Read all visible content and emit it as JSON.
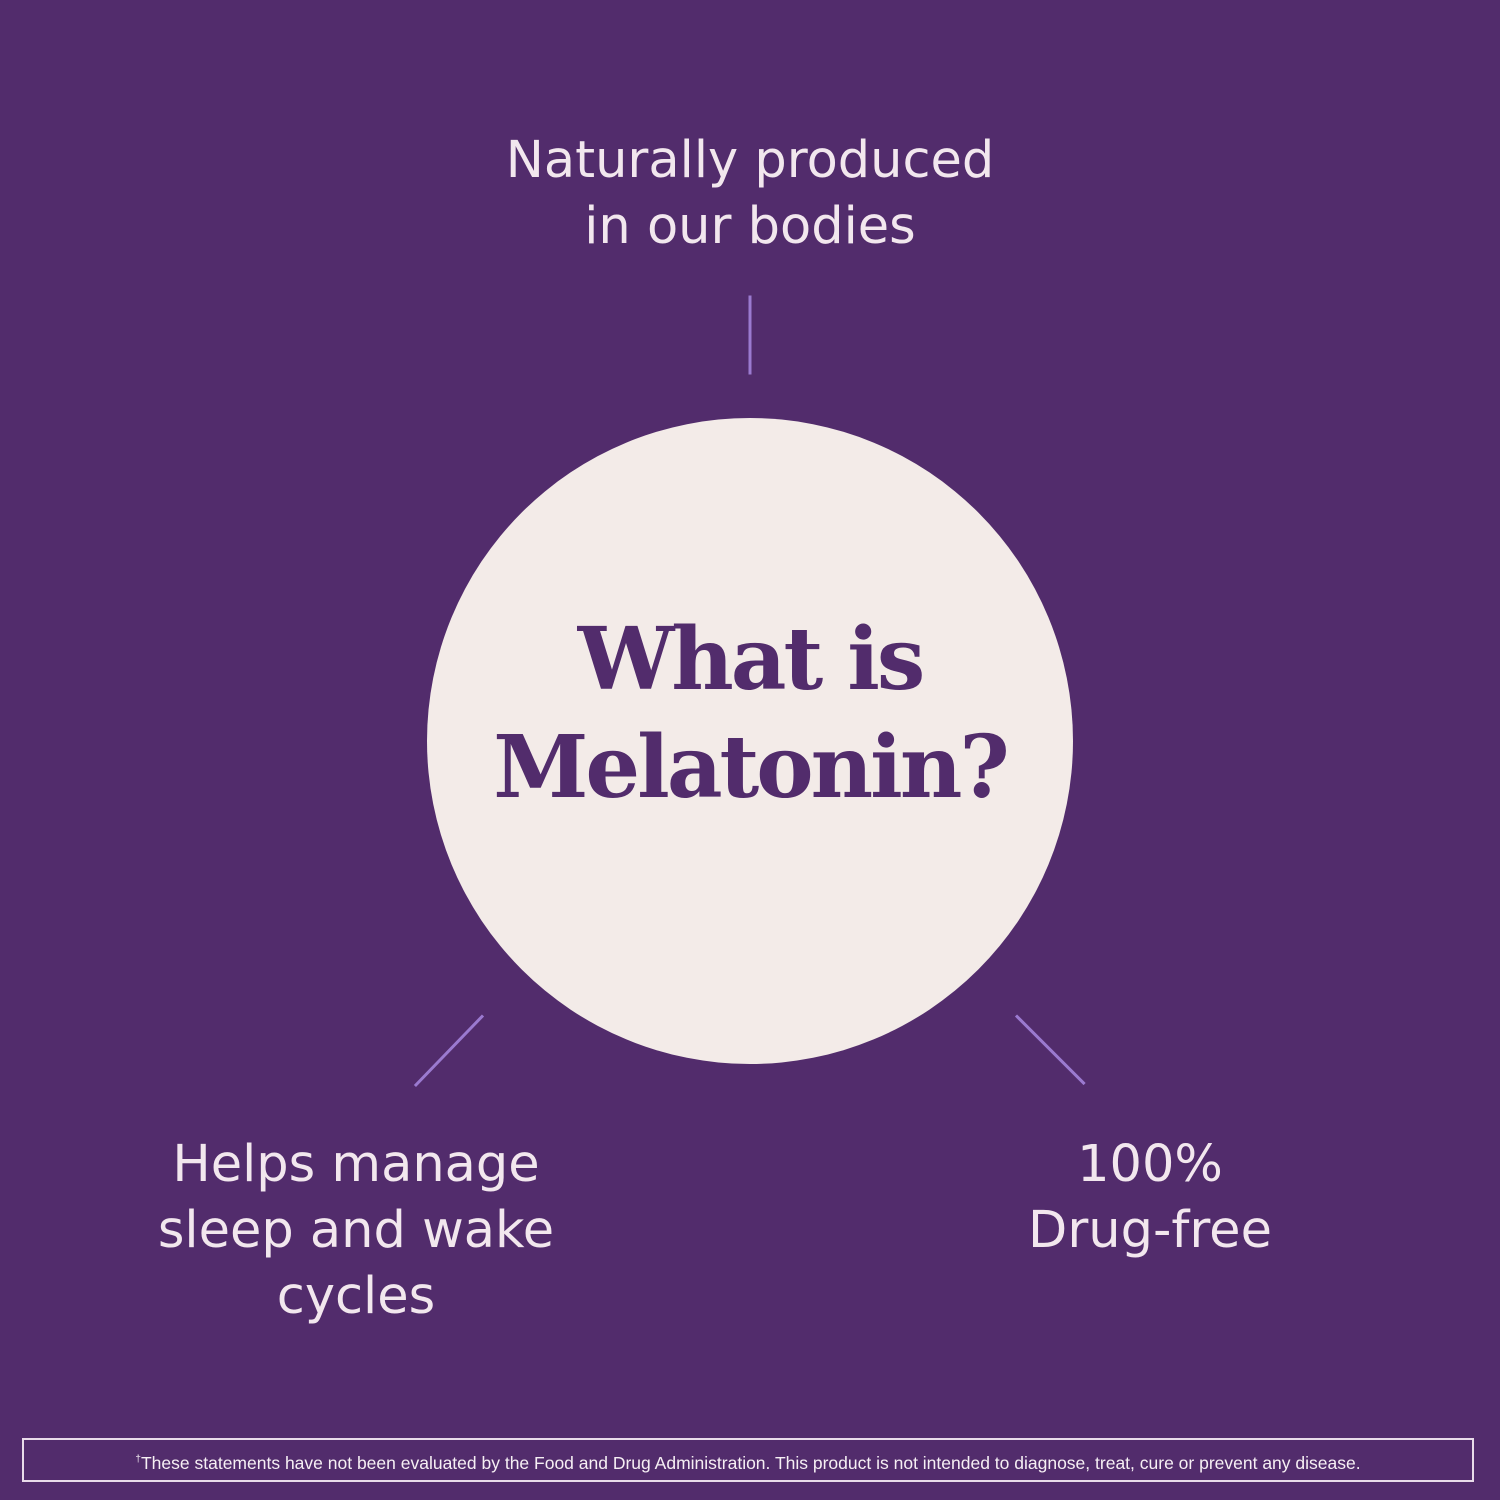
{
  "colors": {
    "background": "#522c6c",
    "circle": "#f3ebe8",
    "title_text": "#522c6c",
    "callout_text": "#f2e7ee",
    "connector": "#9b7ad0",
    "disclaimer_border": "#e9dcea"
  },
  "center": {
    "title_line1": "What is",
    "title_line2": "Melatonin?"
  },
  "callouts": {
    "top": {
      "line1": "Naturally produced",
      "line2": "in our bodies"
    },
    "left": {
      "line1": "Helps manage",
      "line2": "sleep and wake",
      "line3": "cycles"
    },
    "right": {
      "line1": "100%",
      "line2": "Drug-free"
    }
  },
  "disclaimer": {
    "mark": "†",
    "text": "These statements have not been evaluated by the Food and Drug Administration. This product is not intended to diagnose, treat, cure or prevent any disease."
  }
}
